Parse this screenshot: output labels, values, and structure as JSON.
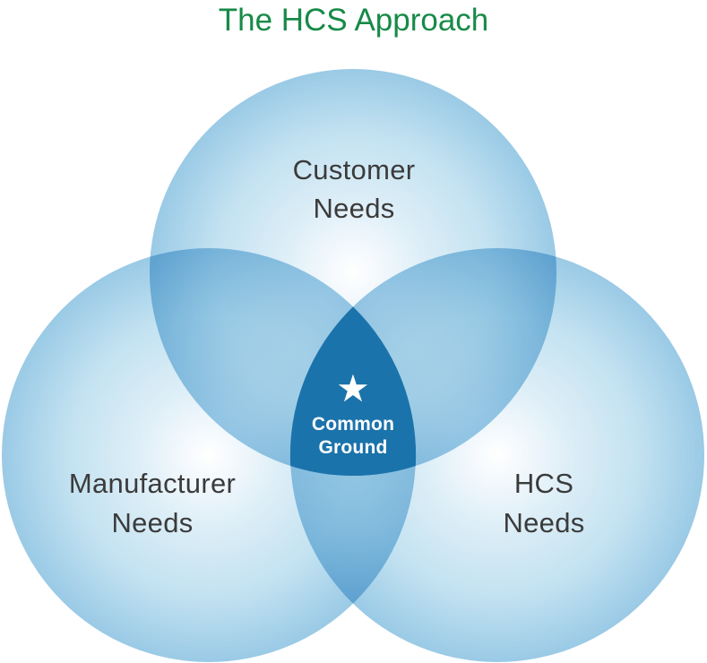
{
  "title": {
    "text": "The HCS Approach",
    "color": "#178a47"
  },
  "diagram": {
    "type": "venn-3-circle",
    "circles": [
      {
        "id": "customer",
        "label": "Customer\nNeeds"
      },
      {
        "id": "manufacturer",
        "label": "Manufacturer\nNeeds"
      },
      {
        "id": "hcs",
        "label": "HCS\nNeeds"
      }
    ],
    "intersection": {
      "label": "Common\nGround",
      "icon_glyph": "★",
      "fill_color": "#1b73ab",
      "text_color": "#ffffff"
    },
    "colors": {
      "circle_rim": "#9acae6",
      "circle_core": "#ffffff",
      "label_text": "#3b3b3b",
      "title_text": "#178a47"
    }
  }
}
